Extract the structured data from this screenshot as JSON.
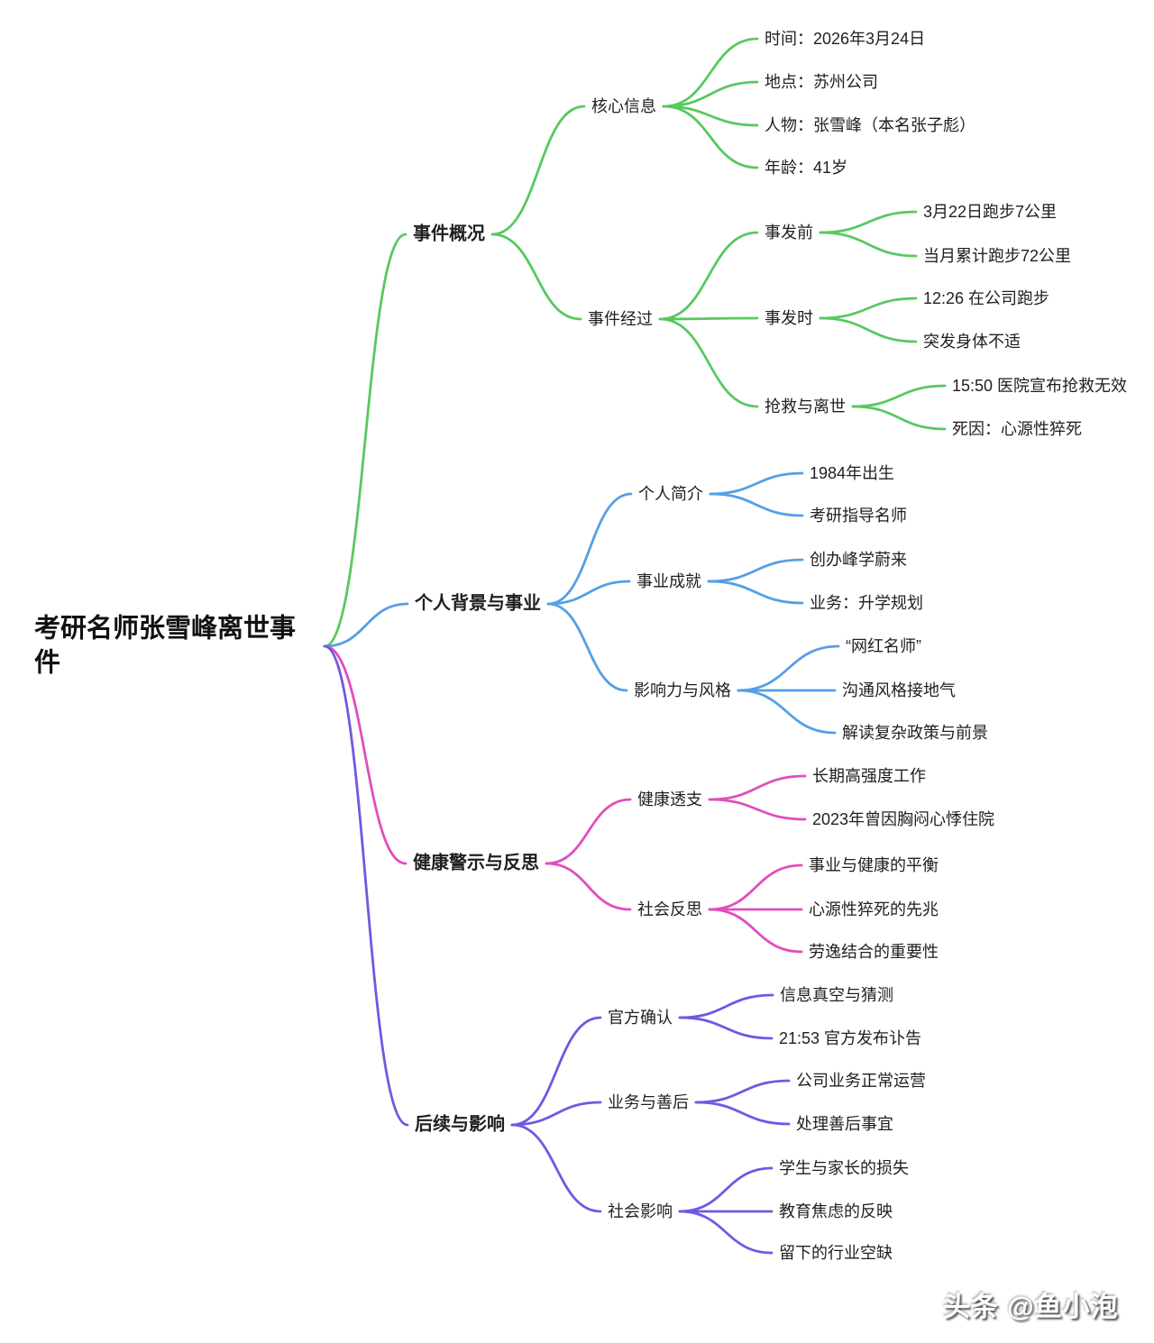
{
  "watermark": "头条 @鱼小泡",
  "mindmap": {
    "root": {
      "label": "考研名师张雪峰离世事件"
    },
    "branches": [
      {
        "label": "事件概况",
        "color": "#57c95f",
        "children": [
          {
            "label": "核心信息",
            "children": [
              {
                "label": "时间：2026年3月24日"
              },
              {
                "label": "地点：苏州公司"
              },
              {
                "label": "人物：张雪峰（本名张子彪）"
              },
              {
                "label": "年龄：41岁"
              }
            ]
          },
          {
            "label": "事件经过",
            "children": [
              {
                "label": "事发前",
                "children": [
                  {
                    "label": "3月22日跑步7公里"
                  },
                  {
                    "label": "当月累计跑步72公里"
                  }
                ]
              },
              {
                "label": "事发时",
                "children": [
                  {
                    "label": "12:26 在公司跑步"
                  },
                  {
                    "label": "突发身体不适"
                  }
                ]
              },
              {
                "label": "抢救与离世",
                "children": [
                  {
                    "label": "15:50 医院宣布抢救无效"
                  },
                  {
                    "label": "死因：心源性猝死"
                  }
                ]
              }
            ]
          }
        ]
      },
      {
        "label": "个人背景与事业",
        "color": "#559fe6",
        "children": [
          {
            "label": "个人简介",
            "children": [
              {
                "label": "1984年出生"
              },
              {
                "label": "考研指导名师"
              }
            ]
          },
          {
            "label": "事业成就",
            "children": [
              {
                "label": "创办峰学蔚来"
              },
              {
                "label": "业务：升学规划"
              }
            ]
          },
          {
            "label": "影响力与风格",
            "children": [
              {
                "label": "“网红名师”"
              },
              {
                "label": "沟通风格接地气"
              },
              {
                "label": "解读复杂政策与前景"
              }
            ]
          }
        ]
      },
      {
        "label": "健康警示与反思",
        "color": "#e04ebc",
        "children": [
          {
            "label": "健康透支",
            "children": [
              {
                "label": "长期高强度工作"
              },
              {
                "label": "2023年曾因胸闷心悸住院"
              }
            ]
          },
          {
            "label": "社会反思",
            "children": [
              {
                "label": "事业与健康的平衡"
              },
              {
                "label": "心源性猝死的先兆"
              },
              {
                "label": "劳逸结合的重要性"
              }
            ]
          }
        ]
      },
      {
        "label": "后续与影响",
        "color": "#7257e2",
        "children": [
          {
            "label": "官方确认",
            "children": [
              {
                "label": "信息真空与猜测"
              },
              {
                "label": "21:53 官方发布讣告"
              }
            ]
          },
          {
            "label": "业务与善后",
            "children": [
              {
                "label": "公司业务正常运营"
              },
              {
                "label": "处理善后事宜"
              }
            ]
          },
          {
            "label": "社会影响",
            "children": [
              {
                "label": "学生与家长的损失"
              },
              {
                "label": "教育焦虑的反映"
              },
              {
                "label": "留下的行业空缺"
              }
            ]
          }
        ]
      }
    ]
  }
}
